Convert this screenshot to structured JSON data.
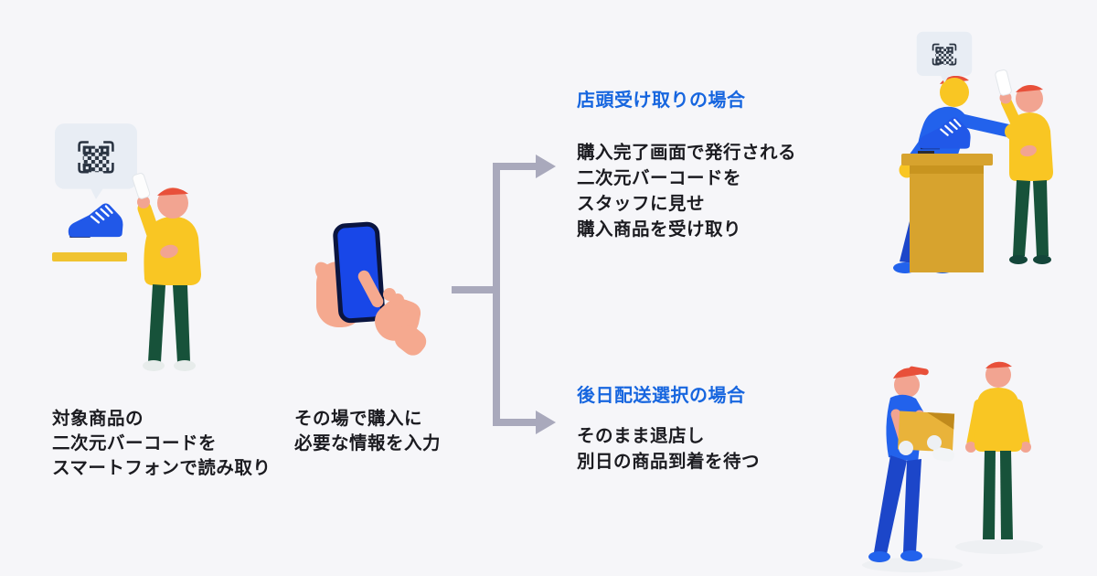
{
  "page": {
    "background": "#F6F6F9",
    "description": "QR code in-store purchase flow infographic"
  },
  "palette": {
    "accent_blue_heading": "#1766DF",
    "illustration_blue": "#2262EC",
    "phone_blue": "#1847E8",
    "yellow": "#F9C623",
    "counter_gold": "#D7A32E",
    "box_gold": "#E9B33A",
    "cap_red": "#E8503A",
    "skin": "#F2A491",
    "pants_green": "#17523A",
    "arrow_gray": "#A9A9BC",
    "bubble_bg": "#E8EDF4",
    "qr_dark": "#2A3442",
    "text_dark": "#1B1B20"
  },
  "flow": {
    "step_scan": {
      "icon": "qr-scan-sneaker-illustration",
      "caption_lines": [
        "対象商品の",
        "二次元バーコードを",
        "スマートフォンで読み取り"
      ]
    },
    "step_input": {
      "icon": "hand-smartphone-illustration",
      "caption_lines": [
        "その場で購入に",
        "必要な情報を入力"
      ]
    },
    "branch_store_pickup": {
      "icon": "store-counter-illustration",
      "heading": "店頭受け取りの場合",
      "body_lines": [
        "購入完了画面で発行される",
        "二次元バーコードを",
        "スタッフに見せ",
        "購入商品を受け取り"
      ]
    },
    "branch_delivery": {
      "icon": "delivery-person-illustration",
      "heading": "後日配送選択の場合",
      "body_lines": [
        "そのまま退店し",
        "別日の商品到着を待つ"
      ]
    }
  },
  "icons": [
    "qr-code-icon",
    "speech-bubble",
    "sneaker-icon",
    "shelf",
    "smartphone-icon",
    "pointing-hand-icon",
    "store-counter",
    "package-box-icon",
    "customer-figure",
    "staff-figure",
    "delivery-person-figure",
    "branch-arrow"
  ]
}
